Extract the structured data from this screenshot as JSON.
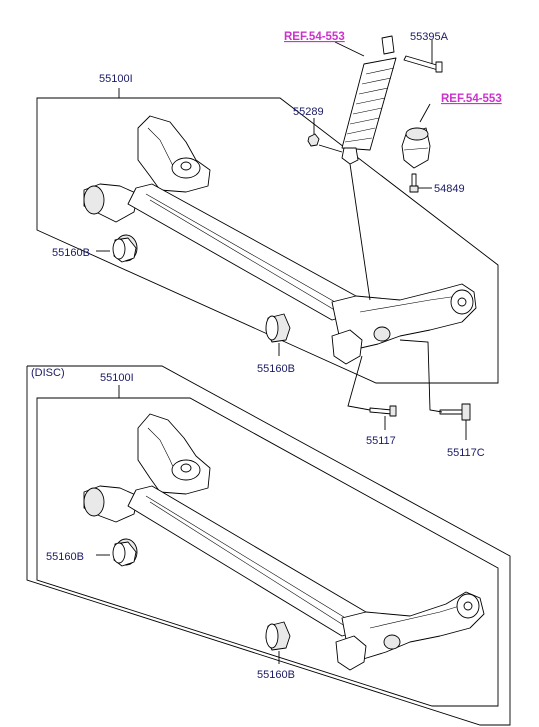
{
  "colors": {
    "label": "#1a1a66",
    "reference": "#cc33cc",
    "line": "#000000"
  },
  "upper": {
    "ref_shock": "REF.54-553",
    "ref_bumper": "REF.54-553",
    "part_55395A": "55395A",
    "part_55289": "55289",
    "part_54849": "54849",
    "part_55100I": "55100I",
    "part_55160B_left": "55160B",
    "part_55160B_right": "55160B",
    "part_55117": "55117",
    "part_55117C": "55117C"
  },
  "lower": {
    "variant": "(DISC)",
    "part_55100I": "55100I",
    "part_55160B_left": "55160B",
    "part_55160B_right": "55160B"
  }
}
